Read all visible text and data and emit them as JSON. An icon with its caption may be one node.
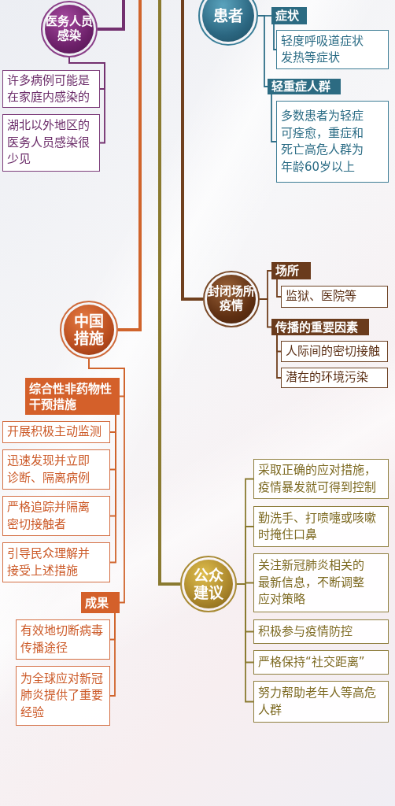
{
  "diagram": {
    "nodes": [
      {
        "text": [
          "医务人员感染"
        ]
      },
      {
        "text": [
          "许多病例可能是在家庭内感染的"
        ]
      },
      {
        "text": [
          "湖北以外地区的医务人员感染很少见"
        ]
      },
      {
        "text": [
          "患者"
        ]
      },
      {
        "text": [
          "症状"
        ]
      },
      {
        "text": [
          "轻度呼吸道症状发热等症状"
        ]
      },
      {
        "text": [
          "轻重症人群"
        ]
      },
      {
        "text": [
          "多数患者为轻症可痊愈，重症和死亡高危人群为年龄60岁以上"
        ]
      },
      {
        "text": [
          "封闭场所疫情"
        ]
      },
      {
        "text": [
          "场所"
        ]
      },
      {
        "text": [
          "监狱、医院等"
        ]
      },
      {
        "text": [
          "传播的重要因素"
        ]
      },
      {
        "text": [
          "人际间的密切接触"
        ]
      },
      {
        "text": [
          "潜在的环境污染"
        ]
      },
      {
        "text": [
          "中国措施"
        ]
      },
      {
        "text": [
          "综合性非药物性干预措施"
        ]
      },
      {
        "text": [
          "开展积极主动监测"
        ]
      },
      {
        "text": [
          "迅速发现并立即诊断、隔离病例"
        ]
      },
      {
        "text": [
          "严格追踪并隔离密切接触者"
        ]
      },
      {
        "text": [
          "引导民众理解并接受上述措施"
        ]
      },
      {
        "text": [
          "成果"
        ]
      },
      {
        "text": [
          "有效地切断病毒传播途径"
        ]
      },
      {
        "text": [
          "为全球应对新冠肺炎提供了重要经验"
        ]
      },
      {
        "text": [
          "公众建议"
        ]
      },
      {
        "text": [
          "采取正确的应对措施，疫情暴发就可得到控制"
        ]
      },
      {
        "text": [
          "勤洗手、打喷嚏或咳嗽时掩住口鼻"
        ]
      },
      {
        "text": [
          "关注新冠肺炎相关的最新信息，不断调整应对策略"
        ]
      },
      {
        "text": [
          "积极参与疫情防控"
        ]
      },
      {
        "text": [
          "严格保持“社交距离”"
        ]
      },
      {
        "text": [
          "努力帮助老年人等高危人群"
        ]
      }
    ],
    "edges": [
      {
        "from": null,
        "to": 0,
        "arrow": "none",
        "style": "thick",
        "color": "#73306f"
      },
      {
        "from": 0,
        "to": 1,
        "arrow": "none",
        "color": "#73306f"
      },
      {
        "from": 0,
        "to": 2,
        "arrow": "none",
        "color": "#73306f"
      },
      {
        "from": 3,
        "to": 4,
        "arrow": "none",
        "color": "#2f6f88"
      },
      {
        "from": 3,
        "to": 6,
        "arrow": "none",
        "color": "#2f6f88"
      },
      {
        "from": 4,
        "to": 5,
        "arrow": "none",
        "color": "#2f6f88"
      },
      {
        "from": 6,
        "to": 7,
        "arrow": "none",
        "color": "#2f6f88"
      },
      {
        "from": null,
        "to": 8,
        "arrow": "none",
        "style": "thick",
        "color": "#70401e"
      },
      {
        "from": 8,
        "to": 9,
        "arrow": "none",
        "color": "#70401e"
      },
      {
        "from": 8,
        "to": 11,
        "arrow": "none",
        "color": "#70401e"
      },
      {
        "from": 9,
        "to": 10,
        "arrow": "none",
        "color": "#70401e"
      },
      {
        "from": 11,
        "to": 12,
        "arrow": "none",
        "color": "#70401e"
      },
      {
        "from": 11,
        "to": 13,
        "arrow": "none",
        "color": "#70401e"
      },
      {
        "from": null,
        "to": 14,
        "arrow": "none",
        "style": "thick"
      },
      {
        "from": 14,
        "to": 15,
        "arrow": "none"
      },
      {
        "from": 14,
        "to": 20,
        "arrow": "none"
      },
      {
        "from": 15,
        "to": 16,
        "arrow": "none"
      },
      {
        "from": 15,
        "to": 17,
        "arrow": "none"
      },
      {
        "from": 15,
        "to": 18,
        "arrow": "none"
      },
      {
        "from": 15,
        "to": 19,
        "arrow": "none"
      },
      {
        "from": 20,
        "to": 21,
        "arrow": "none"
      },
      {
        "from": 20,
        "to": 22,
        "arrow": "none"
      },
      {
        "from": null,
        "to": 23,
        "arrow": "none",
        "style": "thick",
        "color": "#8a7a30"
      },
      {
        "from": 23,
        "to": 24,
        "arrow": "none",
        "color": "#8a7a30"
      },
      {
        "from": 23,
        "to": 25,
        "arrow": "none",
        "color": "#8a7a30"
      },
      {
        "from": 23,
        "to": 26,
        "arrow": "none",
        "color": "#8a7a30"
      },
      {
        "from": 23,
        "to": 27,
        "arrow": "none",
        "color": "#8a7a30"
      },
      {
        "from": 23,
        "to": 28,
        "arrow": "none",
        "color": "#8a7a30"
      },
      {
        "from": 23,
        "to": 29,
        "arrow": "none",
        "color": "#8a7a30"
      }
    ]
  }
}
